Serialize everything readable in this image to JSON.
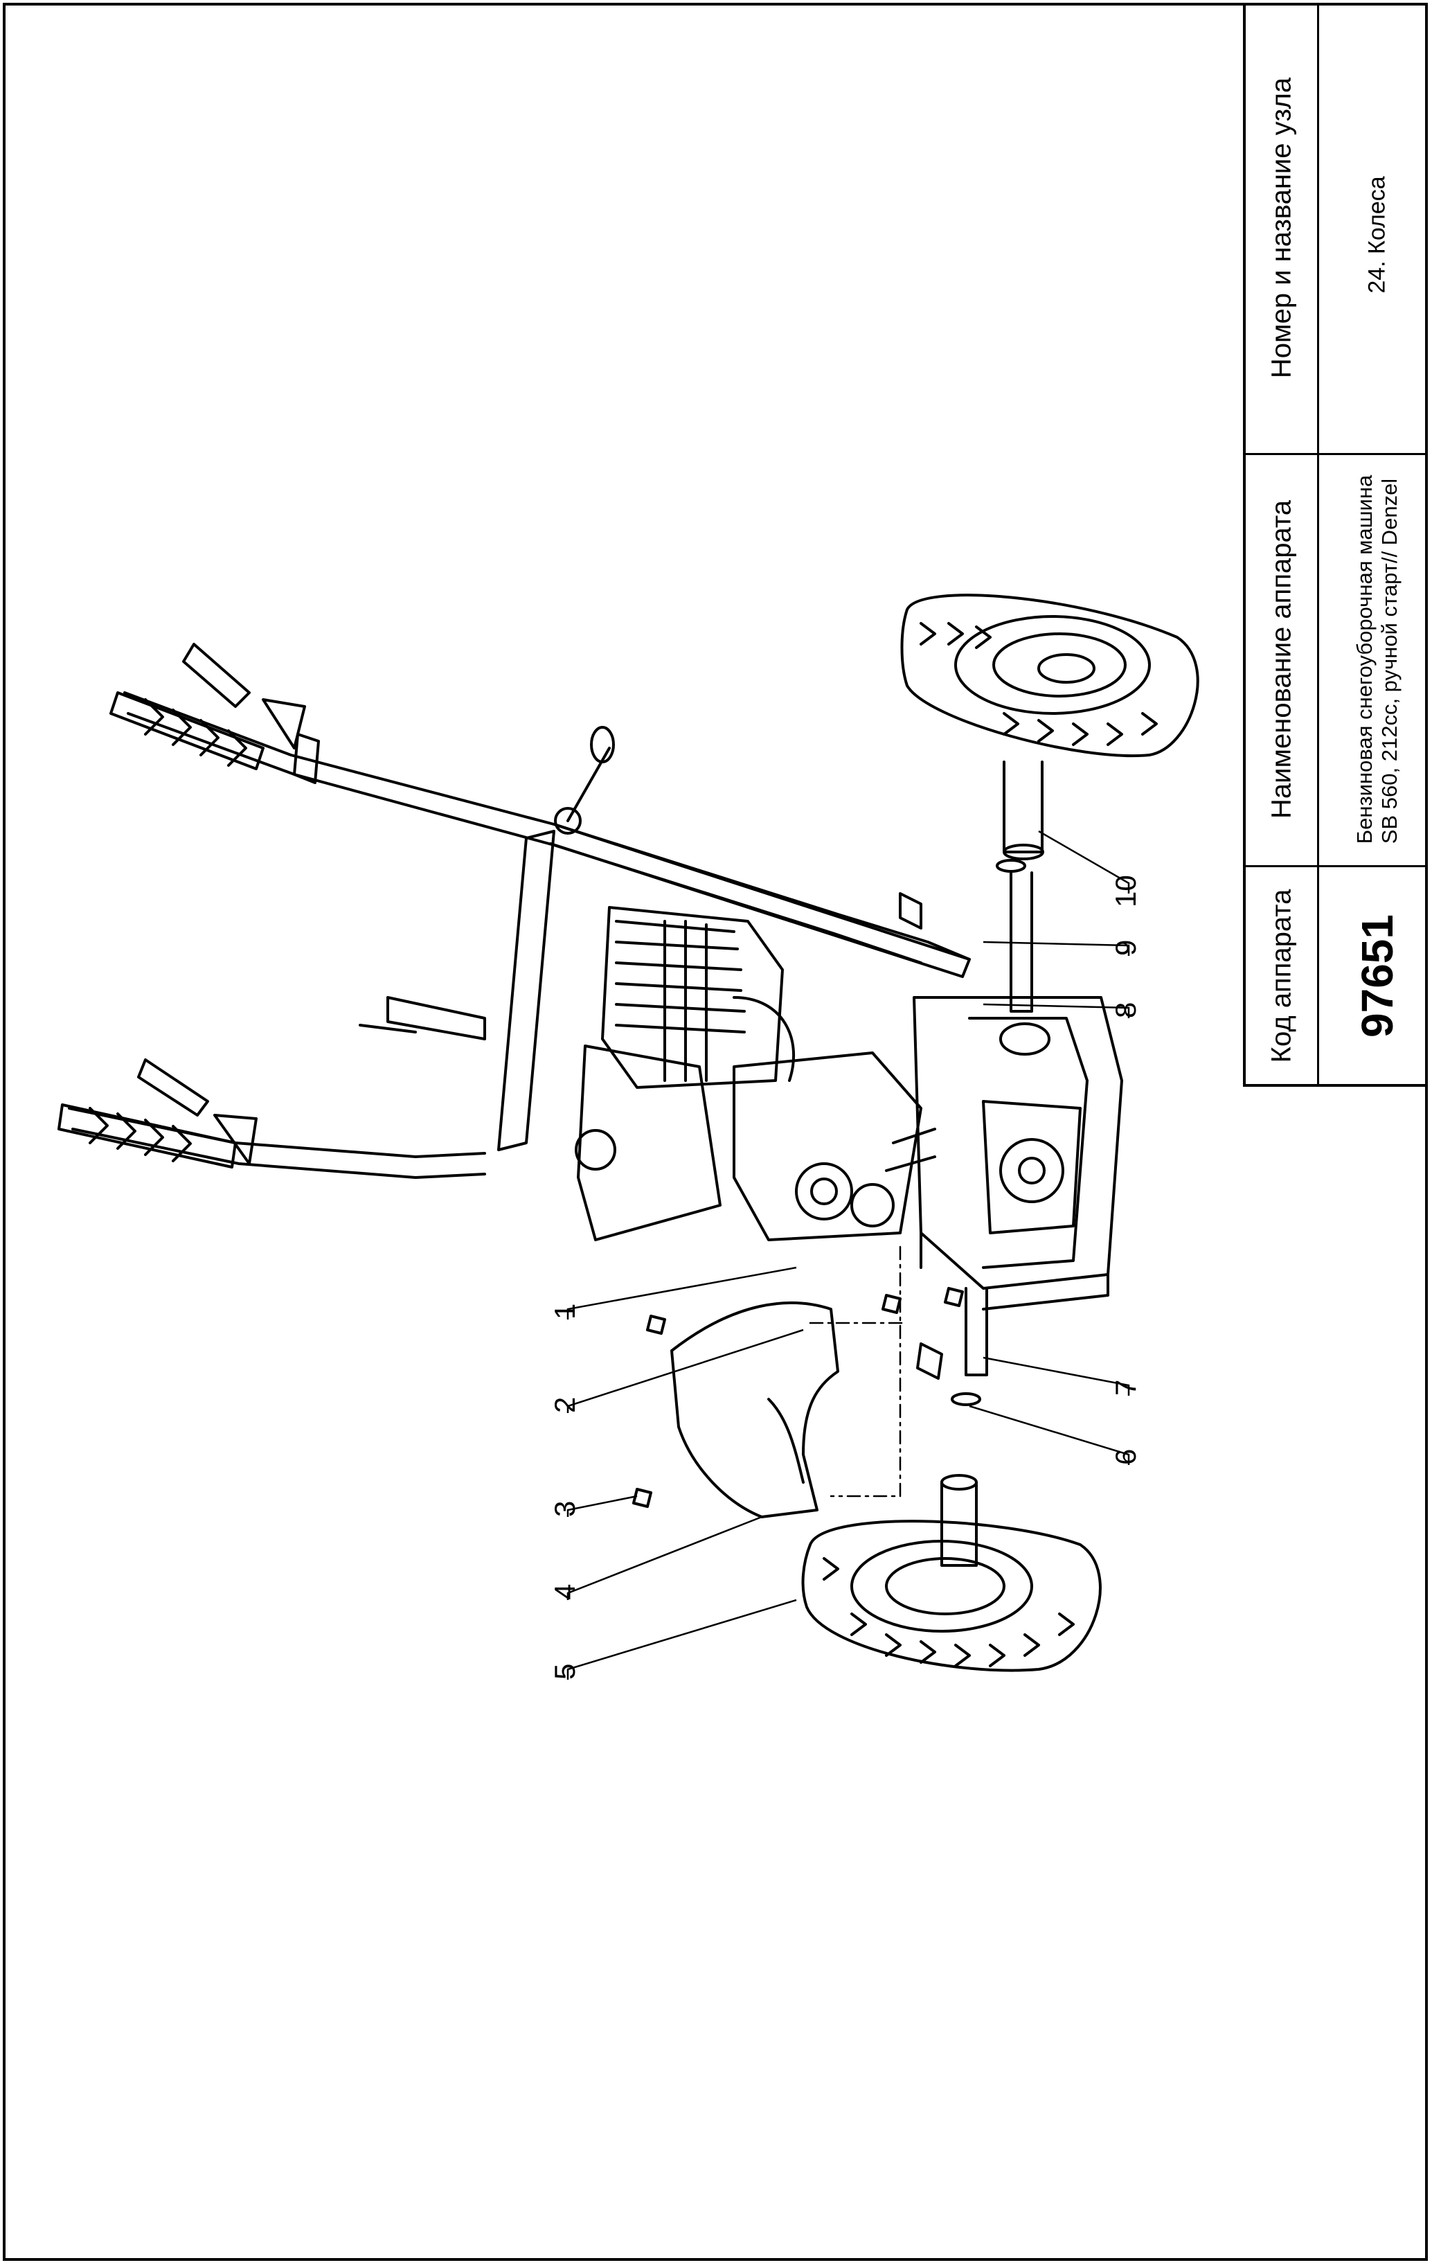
{
  "title_block": {
    "code_header": "Код аппарата",
    "code_value": "97651",
    "name_header": "Наименование аппарата",
    "name_line1": "Бензиновая снегоуборочная машина",
    "name_line2": "SB 560, 212сс, ручной старт// Denzel",
    "node_header": "Номер и название узла",
    "node_value": "24. Колеса"
  },
  "callouts": [
    "1",
    "2",
    "3",
    "4",
    "5",
    "6",
    "7",
    "8",
    "9",
    "10"
  ]
}
